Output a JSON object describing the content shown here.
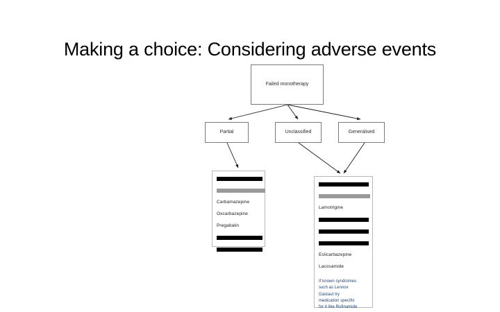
{
  "slide": {
    "title": "Making a choice: Considering adverse events",
    "background_color": "#ffffff",
    "title_color": "#000000"
  },
  "diagram": {
    "type": "flowchart",
    "root": {
      "label": "Failed monotherapy"
    },
    "branches": [
      {
        "label": "Partial"
      },
      {
        "label": "Unclassified"
      },
      {
        "label": "Generalised"
      }
    ],
    "panels": [
      {
        "name": "partial-medications",
        "rows": [
          {
            "label": "",
            "state": "redacted-black"
          },
          {
            "label": "",
            "state": "redacted-grey"
          },
          {
            "label": "Carbamazepine",
            "state": "visible"
          },
          {
            "label": "Oxcarbazepine",
            "state": "visible"
          },
          {
            "label": "Pregabalin",
            "state": "visible"
          },
          {
            "label": "",
            "state": "redacted-black"
          },
          {
            "label": "",
            "state": "redacted-black"
          }
        ]
      },
      {
        "name": "generalised-medications",
        "rows": [
          {
            "label": "",
            "state": "redacted-black"
          },
          {
            "label": "",
            "state": "redacted-grey"
          },
          {
            "label": "Lamotrigine",
            "state": "visible"
          },
          {
            "label": "",
            "state": "redacted-black"
          },
          {
            "label": "",
            "state": "redacted-black"
          },
          {
            "label": "",
            "state": "redacted-black"
          },
          {
            "label": "Eslicarbazepine",
            "state": "visible"
          },
          {
            "label": "Lacosamide",
            "state": "visible"
          }
        ],
        "note": "If known syndromes\nsuch as Lennox\nGastaut try\nmedication specific\nfor it like Rufinamide",
        "note_color": "#1c3f6e"
      }
    ],
    "connector_color": "#1a1a1a",
    "box_border_color": "#7a7a7a",
    "panel_border_color": "#b9b9b9"
  }
}
